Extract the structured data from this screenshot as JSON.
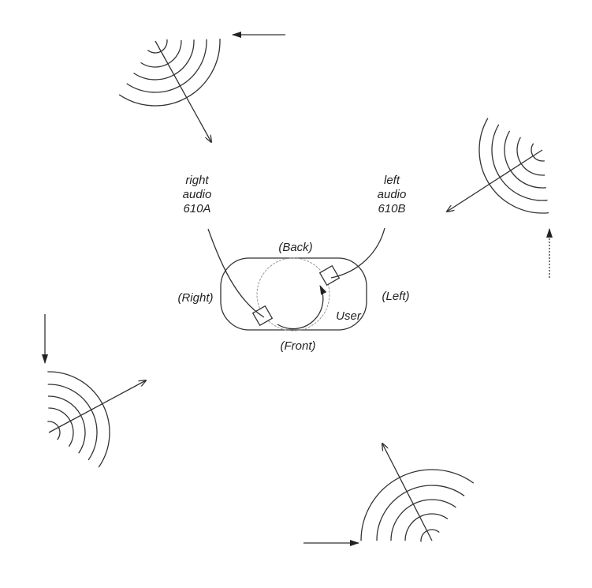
{
  "labels": {
    "right_audio": [
      "right",
      "audio",
      "610A"
    ],
    "left_audio": [
      "left",
      "audio",
      "610B"
    ],
    "back": "(Back)",
    "front": "(Front)",
    "right": "(Right)",
    "left": "(Left)",
    "user": "User"
  },
  "sources": [
    {
      "name": "sound-source-top-left",
      "arcs": 5
    },
    {
      "name": "sound-source-right",
      "arcs": 5
    },
    {
      "name": "sound-source-left",
      "arcs": 5
    },
    {
      "name": "sound-source-bottom",
      "arcs": 5
    }
  ],
  "colors": {
    "ink": "#333333",
    "background": "#ffffff"
  }
}
